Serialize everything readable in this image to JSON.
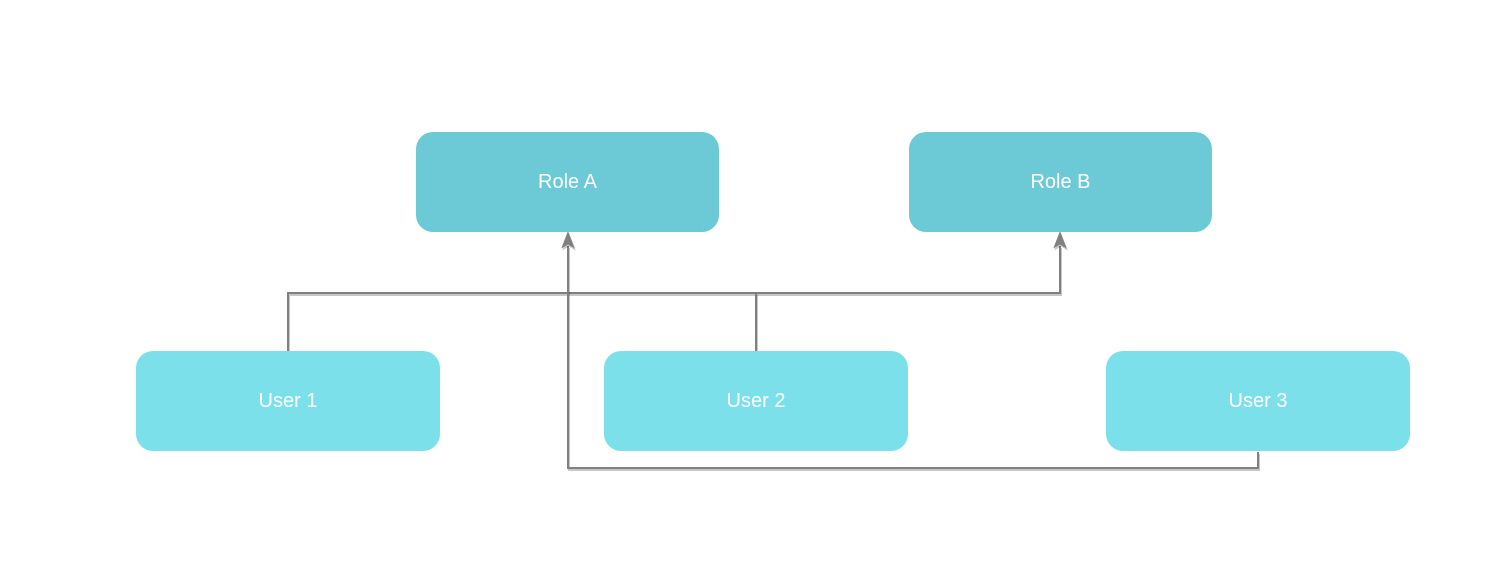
{
  "diagram": {
    "type": "flowchart",
    "background": "#ffffff",
    "nodes": {
      "role_a": {
        "label": "Role A",
        "kind": "role"
      },
      "role_b": {
        "label": "Role B",
        "kind": "role"
      },
      "user_1": {
        "label": "User 1",
        "kind": "user"
      },
      "user_2": {
        "label": "User 2",
        "kind": "user"
      },
      "user_3": {
        "label": "User 3",
        "kind": "user"
      }
    },
    "edges": [
      {
        "from": "User 1",
        "to": "Role B",
        "arrow": "into-target",
        "style": "orthogonal"
      },
      {
        "from": "User 2",
        "to": "Role B",
        "arrow": "into-target",
        "style": "orthogonal"
      },
      {
        "from": "User 3",
        "to": "Role A",
        "arrow": "into-target",
        "style": "orthogonal"
      }
    ],
    "colors": {
      "role_fill": "#6BCAD5",
      "user_fill": "#7BE0E9",
      "connector": "#808080",
      "label_text": "#ffffff",
      "background": "#ffffff"
    }
  }
}
